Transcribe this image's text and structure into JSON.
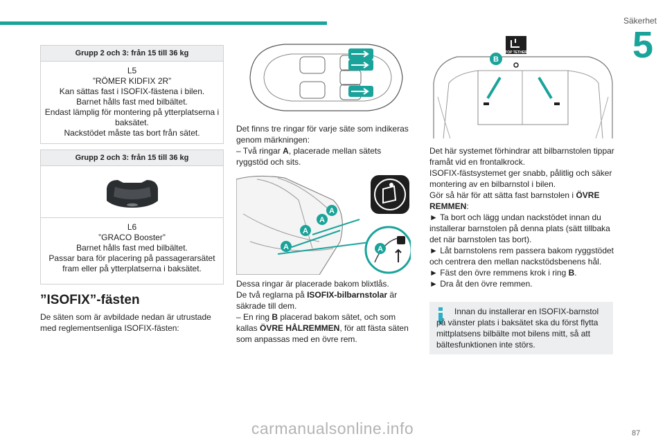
{
  "header": {
    "section": "Säkerhet",
    "chapter": "5"
  },
  "box1": {
    "heading": "Grupp 2 och 3: från 15 till 36 kg",
    "code": "L5",
    "lines": [
      "”RÖMER KIDFIX 2R”",
      "Kan sättas fast i ISOFIX-fästena i bilen.",
      "Barnet hålls fast med bilbältet.",
      "Endast lämplig för montering på ytterplatserna i baksätet.",
      "Nackstödet måste tas bort från sätet."
    ]
  },
  "box2": {
    "heading": "Grupp 2 och 3: från 15 till 36 kg",
    "code": "L6",
    "lines": [
      "”GRACO Booster”",
      "Barnet hålls fast med bilbältet.",
      "Passar bara för placering på passagerarsätet fram eller på ytterplatserna i baksätet."
    ]
  },
  "isofix": {
    "title": "”ISOFIX”-fästen",
    "intro": "De säten som är avbildade nedan är utrustade med reglementsenliga ISOFIX-fästen:"
  },
  "middle": {
    "p1": "Det finns tre ringar för varje säte som indikeras genom märkningen:",
    "p2_prefix": "– Två ringar ",
    "p2_bold": "A",
    "p2_suffix": ", placerade mellan sätets ryggstöd och sits.",
    "p3": "Dessa ringar är placerade bakom blixtlås.",
    "p4_prefix": "De två reglarna på ",
    "p4_bold": "ISOFIX-bilbarnstolar",
    "p4_suffix": " är säkrade till dem.",
    "p5_prefix": "– En ring ",
    "p5_bold1": "B",
    "p5_mid": " placerad bakom sätet, och som kallas ",
    "p5_bold2": "ÖVRE HÅLREMMEN",
    "p5_suffix": ", för att fästa säten som anpassas med en övre rem.",
    "label_a": "A"
  },
  "right": {
    "tether_label": "TOP TETHER",
    "label_b": "B",
    "p1": "Det här systemet förhindrar att bilbarnstolen tippar framåt vid en frontalkrock.",
    "p2": "ISOFIX-fästsystemet ger snabb, pålitlig och säker montering av en bilbarnstol i bilen.",
    "p3_prefix": "Gör så här för att sätta fast barnstolen i ",
    "p3_bold": "ÖVRE REMMEN",
    "p3_suffix": ":",
    "s1": "► Ta bort och lägg undan nackstödet innan du installerar barnstolen på denna plats (sätt tillbaka det när barnstolen tas bort).",
    "s2": "► Låt barnstolens rem passera bakom ryggstödet och centrera den mellan nackstödsbenens hål.",
    "s3_prefix": "► Fäst den övre remmens krok i ring ",
    "s3_bold": "B",
    "s3_suffix": ".",
    "s4": "► Dra åt den övre remmen.",
    "info": "Innan du installerar en ISOFIX-barnstol på vänster plats i baksätet ska du först flytta mittplatsens bilbälte mot bilens mitt, så att bältesfunktionen inte störs."
  },
  "footer": {
    "watermark": "carmanualsonline.info",
    "page": "87"
  },
  "colors": {
    "accent": "#1aa39a",
    "box_header": "#eceef0",
    "info_bg": "#eceef0",
    "info_icon": "#2ab0c8"
  }
}
